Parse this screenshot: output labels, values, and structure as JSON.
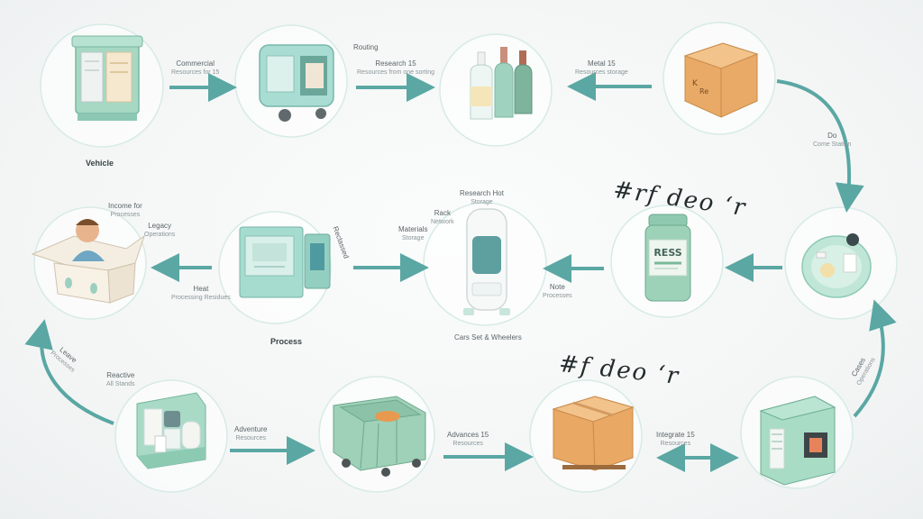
{
  "colors": {
    "arrow": "#5aa7a3",
    "mint": "#9fd6c2",
    "mint_dark": "#6fb7a3",
    "cardboard": "#e7a96a",
    "node_ring": "#d7ebe6"
  },
  "captions": {
    "vehicle": "Vehicle",
    "process": "Process"
  },
  "labels": {
    "l1": {
      "title": "Commercial",
      "sub": "Resources for 15"
    },
    "l2": {
      "title": "Routing",
      "sub": ""
    },
    "l3": {
      "title": "Research 15",
      "sub": "Resources from one sorting"
    },
    "l4": {
      "title": "Metal 15",
      "sub": "Resources storage"
    },
    "l5": {
      "title": "Do",
      "sub": "Come Station"
    },
    "l6": {
      "title": "Income for",
      "sub": "Processes"
    },
    "l7": {
      "title": "Legacy",
      "sub": "Operations"
    },
    "l8": {
      "title": "Heat",
      "sub": "Processing Residues"
    },
    "l9": {
      "title": "Reclassed",
      "sub": ""
    },
    "l10": {
      "title": "Research Hot",
      "sub": "Storage"
    },
    "l11": {
      "title": "Rack",
      "sub": "Network"
    },
    "l12": {
      "title": "Materials",
      "sub": "Storage"
    },
    "l13": {
      "title": "Cars Set & Wheelers",
      "sub": ""
    },
    "l14": {
      "title": "Note",
      "sub": "Processes"
    },
    "l15": {
      "title": "Reactive",
      "sub": "All Stands"
    },
    "l16": {
      "title": "Adventure",
      "sub": "Resources"
    },
    "l17": {
      "title": "Advances 15",
      "sub": "Resources"
    },
    "l18": {
      "title": "Integrate 15",
      "sub": "Resources"
    },
    "l19": {
      "title": "Leave",
      "sub": "Processes"
    },
    "l20": {
      "title": "Cases",
      "sub": "Operations"
    }
  },
  "decorations": {
    "script_text_1": "#rf deo ‘r",
    "script_text_2": "#f deo ‘r",
    "jar_label": "RESS"
  },
  "icons": [
    "cabinet-icon",
    "machine-on-wheels-icon",
    "bottles-icon",
    "cardboard-box-icon",
    "person-in-box-icon",
    "appliance-icon",
    "van-icon",
    "jar-icon",
    "plate-icon",
    "crate-icon",
    "dumpster-icon",
    "sealed-box-icon",
    "furnace-icon"
  ]
}
